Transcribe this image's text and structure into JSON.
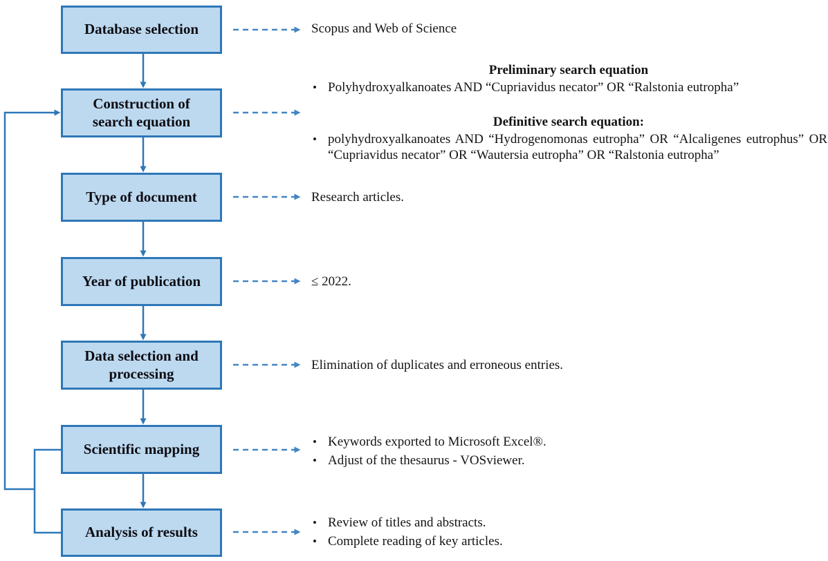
{
  "palette": {
    "box_fill": "#bdd9ef",
    "box_border": "#2e77b8",
    "solid_connector": "#2e77b8",
    "dashed_arrow": "#4285c4",
    "text": "#141414"
  },
  "flowchart": {
    "steps": [
      {
        "label": "Database selection"
      },
      {
        "label": "Construction of search equation"
      },
      {
        "label": "Type of document"
      },
      {
        "label": "Year of publication"
      },
      {
        "label": "Data selection and processing"
      },
      {
        "label": "Scientific mapping"
      },
      {
        "label": "Analysis of results"
      }
    ]
  },
  "bullets": {
    "glyph": "•"
  },
  "annotations": {
    "database": {
      "text": "Scopus and Web of Science"
    },
    "search_equation": {
      "preliminary_heading": "Preliminary search equation",
      "preliminary_item": "Polyhydroxyalkanoates AND “Cupriavidus necator” OR “Ralstonia eutropha”",
      "definitive_heading": "Definitive search equation:",
      "definitive_item": "polyhydroxyalkanoates AND “Hydrogenomonas eutropha” OR “Alcaligenes eutrophus” OR “Cupriavidus necator” OR “Wautersia eutropha” OR “Ralstonia eutropha”"
    },
    "type_of_document": {
      "text": "Research articles."
    },
    "year_of_publication": {
      "text": "≤ 2022."
    },
    "data_selection": {
      "text": "Elimination of duplicates and erroneous entries."
    },
    "scientific_mapping": {
      "items": [
        "Keywords exported to Microsoft Excel®.",
        "Adjust of the thesaurus - VOSviewer."
      ]
    },
    "analysis_of_results": {
      "items": [
        "Review of titles and abstracts.",
        "Complete reading of key articles."
      ]
    }
  }
}
